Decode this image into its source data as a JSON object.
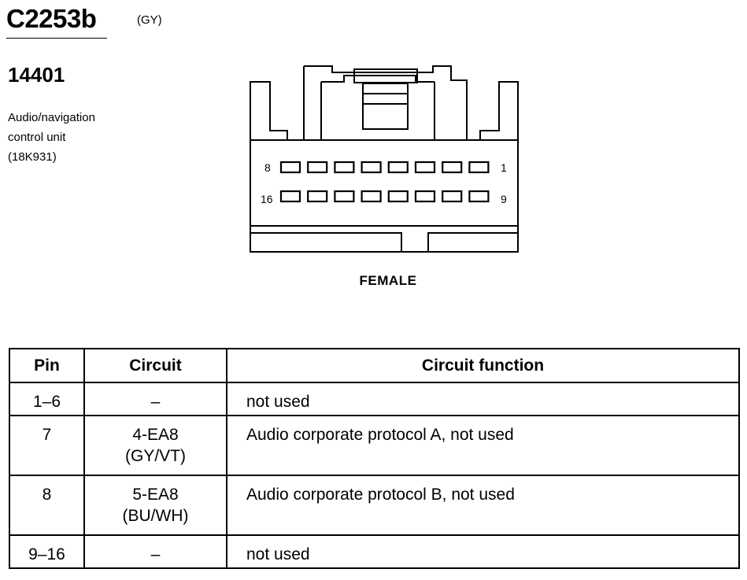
{
  "connector": {
    "id": "C2253b",
    "color": "(GY)"
  },
  "part": {
    "number": "14401",
    "description_lines": [
      "Audio/navigation",
      "control unit",
      "(18K931)"
    ]
  },
  "diagram": {
    "top_row_left_label": "8",
    "top_row_right_label": "1",
    "bottom_row_left_label": "16",
    "bottom_row_right_label": "9",
    "pins_per_row": 8,
    "gender": "FEMALE"
  },
  "table": {
    "headers": {
      "pin": "Pin",
      "circuit": "Circuit",
      "function": "Circuit function"
    },
    "rows": [
      {
        "pin": "1–6",
        "circuit_lines": [
          "–"
        ],
        "function": "not used"
      },
      {
        "pin": "7",
        "circuit_lines": [
          "4-EA8",
          "(GY/VT)"
        ],
        "function": "Audio corporate protocol A, not used"
      },
      {
        "pin": "8",
        "circuit_lines": [
          "5-EA8",
          "(BU/WH)"
        ],
        "function": "Audio corporate protocol B, not used"
      },
      {
        "pin": "9–16",
        "circuit_lines": [
          "–"
        ],
        "function": "not used"
      }
    ]
  }
}
